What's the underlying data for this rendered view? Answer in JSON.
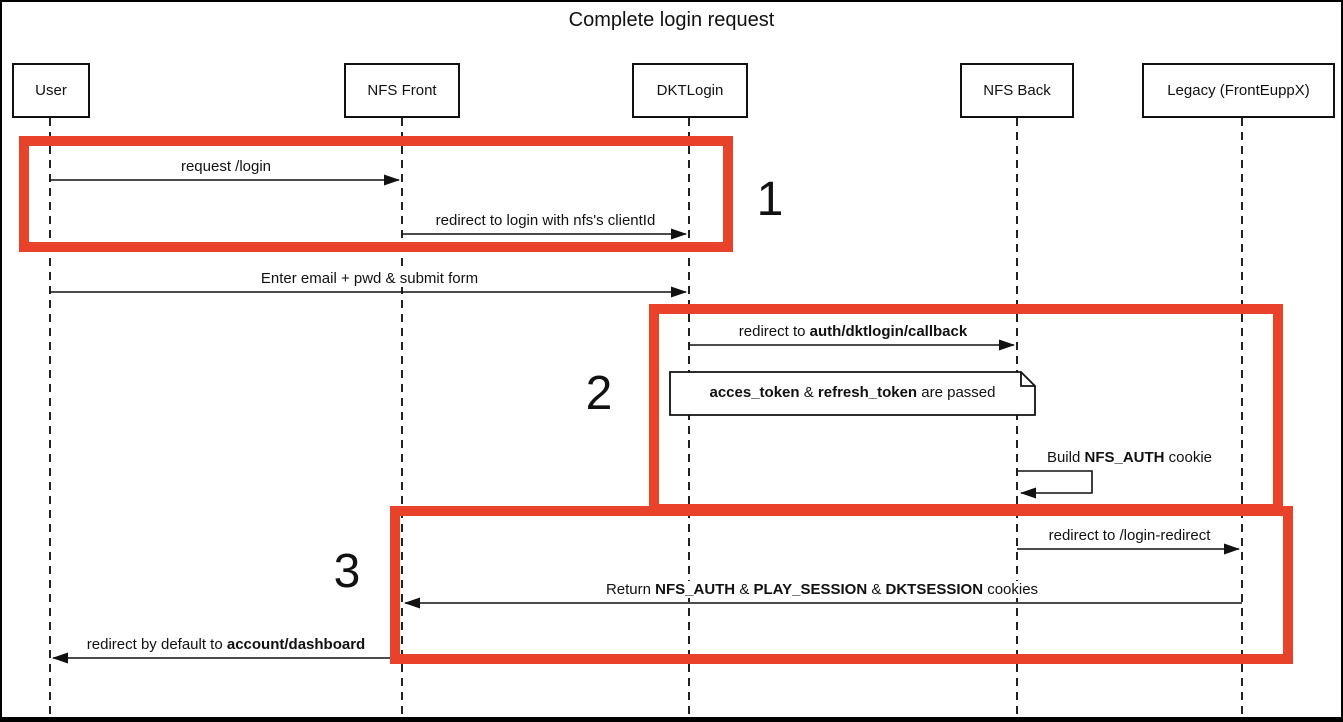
{
  "title": "Complete login request",
  "colors": {
    "highlight_red": "#e8432a",
    "line_black": "#111111",
    "background": "#ffffff"
  },
  "actors": [
    {
      "label": "User"
    },
    {
      "label": "NFS Front"
    },
    {
      "label": "DKTLogin"
    },
    {
      "label": "NFS Back"
    },
    {
      "label": "Legacy (FrontEuppX)"
    }
  ],
  "messages": [
    {
      "from": "User",
      "to": "NFS Front",
      "type": "arrow",
      "segments": [
        {
          "t": "request /login"
        }
      ]
    },
    {
      "from": "NFS Front",
      "to": "DKTLogin",
      "type": "arrow",
      "segments": [
        {
          "t": "redirect to login with nfs's clientId"
        }
      ]
    },
    {
      "from": "User",
      "to": "DKTLogin",
      "type": "arrow",
      "segments": [
        {
          "t": "Enter email + pwd & submit form"
        }
      ]
    },
    {
      "from": "DKTLogin",
      "to": "NFS Back",
      "type": "arrow",
      "segments": [
        {
          "t": "redirect to "
        },
        {
          "t": "auth/dktlogin/callback",
          "b": true
        }
      ]
    },
    {
      "from": "DKTLogin",
      "to": "NFS Back",
      "type": "note",
      "segments": [
        {
          "t": "acces_token",
          "b": true
        },
        {
          "t": " & "
        },
        {
          "t": "refresh_token",
          "b": true
        },
        {
          "t": " are passed"
        }
      ]
    },
    {
      "from": "NFS Back",
      "to": "NFS Back",
      "type": "self",
      "segments": [
        {
          "t": "Build "
        },
        {
          "t": "NFS_AUTH",
          "b": true
        },
        {
          "t": " cookie"
        }
      ]
    },
    {
      "from": "NFS Back",
      "to": "Legacy (FrontEuppX)",
      "type": "arrow",
      "segments": [
        {
          "t": "redirect to /login-redirect"
        }
      ]
    },
    {
      "from": "Legacy (FrontEuppX)",
      "to": "NFS Front",
      "type": "arrow",
      "segments": [
        {
          "t": "Return "
        },
        {
          "t": "NFS_AUTH",
          "b": true
        },
        {
          "t": " & "
        },
        {
          "t": "PLAY_SESSION",
          "b": true
        },
        {
          "t": " & "
        },
        {
          "t": "DKTSESSION",
          "b": true
        },
        {
          "t": " cookies"
        }
      ]
    },
    {
      "from": "NFS Front",
      "to": "User",
      "type": "arrow",
      "segments": [
        {
          "t": "redirect by default to "
        },
        {
          "t": "account/dashboard",
          "b": true
        }
      ]
    }
  ],
  "annotations": [
    {
      "label": "1"
    },
    {
      "label": "2"
    },
    {
      "label": "3"
    }
  ]
}
